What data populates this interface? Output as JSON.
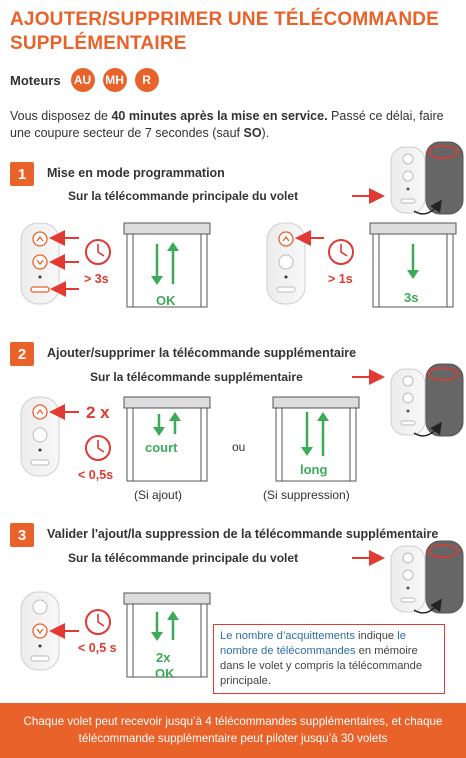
{
  "title": "AJOUTER/SUPPRIMER UNE TÉLÉCOMMANDE SUPPLÉMENTAIRE",
  "moteurs": {
    "label": "Moteurs",
    "badges": [
      "AU",
      "MH",
      "R"
    ]
  },
  "intro": {
    "part1": "Vous disposez de ",
    "bold1": "40 minutes après la mise en service.",
    "part2": " Passé ce délai, faire une coupure secteur de 7 secondes (sauf ",
    "bold2": "SO",
    "part3": ")."
  },
  "step1": {
    "num": "1",
    "title": "Mise en mode programmation",
    "sub": "Sur la télécommande principale du volet",
    "left_time": "> 3s",
    "left_result": "OK",
    "right_time": "> 1s",
    "right_result": "3s"
  },
  "step2": {
    "num": "2",
    "title": "Ajouter/supprimer la télécommande supplémentaire",
    "sub": "Sur la télécommande supplémentaire",
    "press_count": "2 x",
    "time": "< 0,5s",
    "result_short": "court",
    "or": "ou",
    "result_long": "long",
    "caption_add": "(Si ajout)",
    "caption_remove": "(Si suppression)"
  },
  "step3": {
    "num": "3",
    "title": "Valider l'ajout/la suppression de la télécommande supplémentaire",
    "sub": "Sur la télécommande principale du volet",
    "time": "< 0,5 s",
    "result_count": "2x",
    "result_ok": "OK",
    "note_part1": "Le nombre d’acquittements",
    "note_part2": " indique ",
    "note_part3": "le nombre de télécommandes",
    "note_part4": " en mémoire dans le volet y compris la télécommande principale."
  },
  "footer": "Chaque volet peut recevoir jusqu’à 4 télécommandes supplémentaires, et chaque télécommande supplémentaire peut piloter jusqu’à 30 volets",
  "colors": {
    "accent": "#e8622a",
    "red": "#e03a33",
    "green": "#3bab58",
    "note_blue": "#2e6fa8"
  }
}
